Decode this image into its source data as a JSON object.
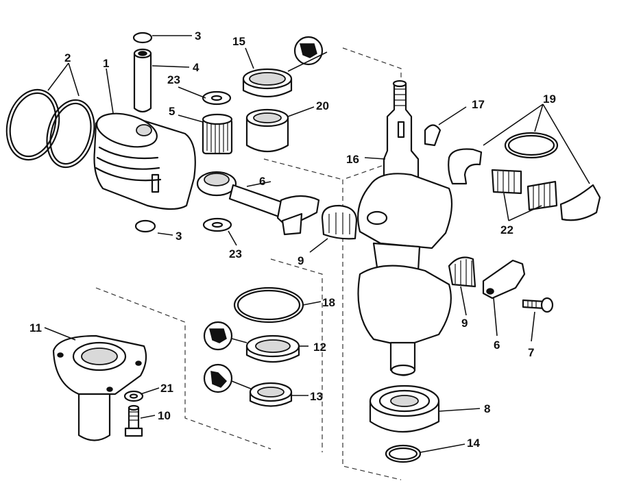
{
  "callouts": {
    "n1": "1",
    "n2": "2",
    "n3a": "3",
    "n3b": "3",
    "n4": "4",
    "n5": "5",
    "n6a": "6",
    "n6b": "6",
    "n7": "7",
    "n8": "8",
    "n9a": "9",
    "n9b": "9",
    "n10": "10",
    "n11": "11",
    "n12": "12",
    "n13": "13",
    "n14": "14",
    "n15": "15",
    "n16": "16",
    "n17": "17",
    "n18": "18",
    "n19": "19",
    "n20": "20",
    "n21": "21",
    "n22": "22",
    "n23a": "23",
    "n23b": "23"
  },
  "symbols": {
    "sealant_icon": "sealant-symbol",
    "lubricant_icon": "lubricant-symbol"
  }
}
